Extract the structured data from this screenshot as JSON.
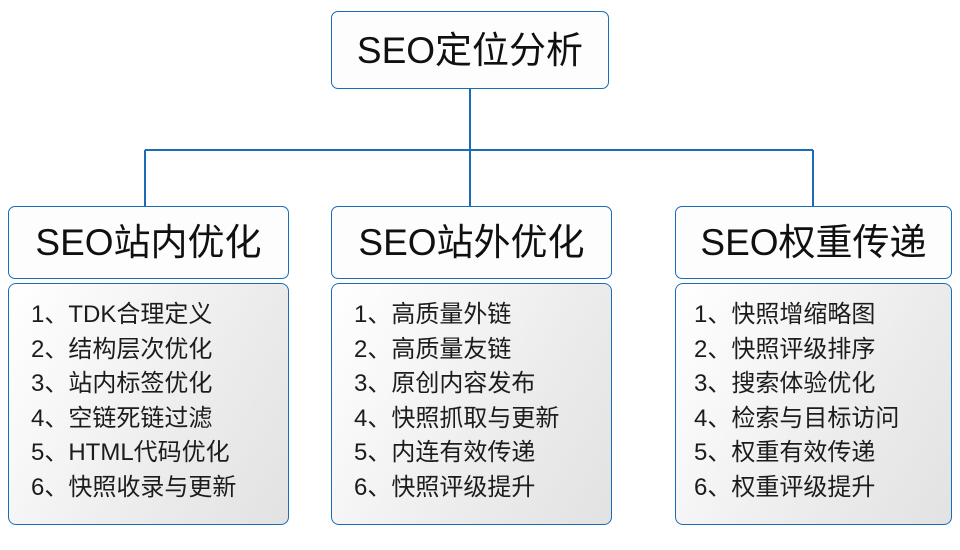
{
  "diagram": {
    "type": "tree",
    "title": "SEO定位分析",
    "line_color": "#1b6cb5",
    "root": {
      "label": "SEO定位分析"
    },
    "branches": [
      {
        "header": "SEO站内优化",
        "items": [
          "1、TDK合理定义",
          "2、结构层次优化",
          "3、站内标签优化",
          "4、空链死链过滤",
          "5、HTML代码优化",
          "6、快照收录与更新"
        ]
      },
      {
        "header": "SEO站外优化",
        "items": [
          "1、高质量外链",
          "2、高质量友链",
          "3、原创内容发布",
          "4、快照抓取与更新",
          "5、内连有效传递",
          "6、快照评级提升"
        ]
      },
      {
        "header": "SEO权重传递",
        "items": [
          "1、快照增缩略图",
          "2、快照评级排序",
          "3、搜索体验优化",
          "4、检索与目标访问",
          "5、权重有效传递",
          "6、权重评级提升"
        ]
      }
    ]
  }
}
